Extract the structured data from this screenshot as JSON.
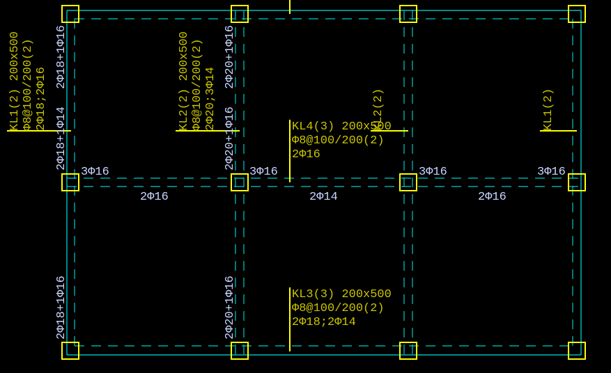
{
  "colors": {
    "background": "#000000",
    "axis": "#00e0e0",
    "column": "#ffff00",
    "annotation": "#c8c400",
    "support_rebar": "#c8d4ff"
  },
  "beams": {
    "kl1": {
      "name": "KL1(2) 200x500",
      "stirrup": "Φ8@100/200(2)",
      "rebar": "2Φ18;2Φ16"
    },
    "kl2": {
      "name": "KL2(2) 200x500",
      "stirrup": "Φ8@100/200(2)",
      "rebar": "2Φ20;3Φ14"
    },
    "kl4": {
      "name": "KL4(3) 200x500",
      "stirrup": "Φ8@100/200(2)",
      "rebar": "2Φ16"
    },
    "kl3": {
      "name": "KL3(3) 200x500",
      "stirrup": "Φ8@100/200(2)",
      "rebar": "2Φ18;2Φ14"
    },
    "kl2_ref": "KL2(2)",
    "kl1_ref": "KL1(2)"
  },
  "supports": {
    "c1_top": "2Φ18+1Φ16",
    "c1_mid": "2Φ18+1Φ14",
    "c2_top": "2Φ20+1Φ16",
    "c2_mid": "2Φ20+1Φ16",
    "c1_bot": "2Φ18+1Φ16",
    "c2_bot": "2Φ20+1Φ16",
    "top_bars": [
      "3Φ16",
      "3Φ16",
      "3Φ16",
      "3Φ16"
    ],
    "bottom_bars": [
      "2Φ16",
      "2Φ14",
      "2Φ16"
    ]
  }
}
